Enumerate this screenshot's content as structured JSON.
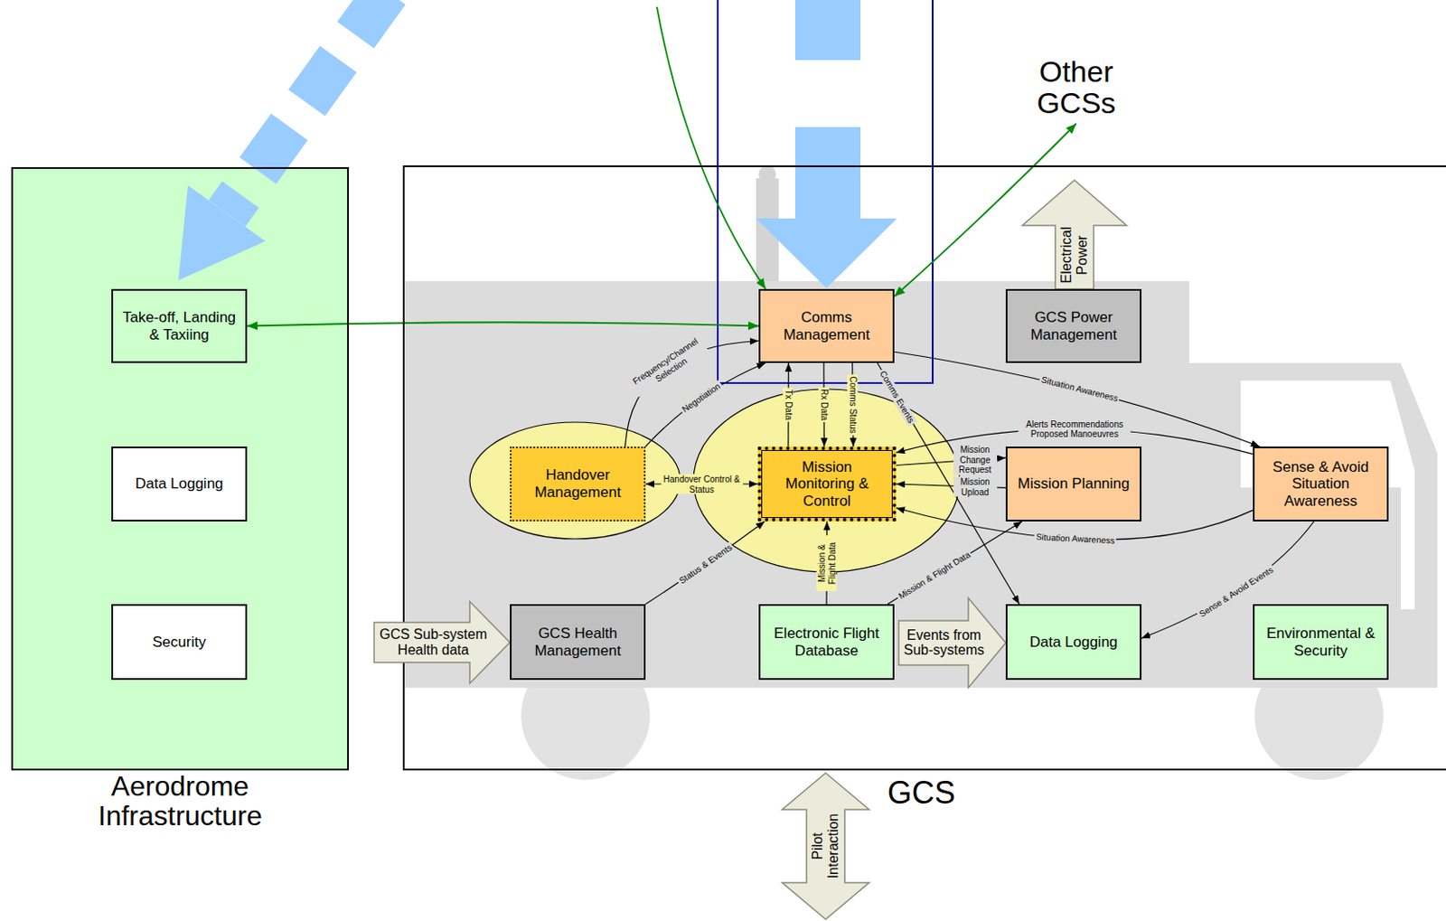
{
  "diagram": {
    "nodes": [
      {
        "text": [
          "Other GCSs"
        ]
      },
      {
        "text": [
          "Aerodrome Infrastructure"
        ]
      },
      {
        "text": [
          "Take-off, Landing & Taxiing"
        ],
        "in": 1
      },
      {
        "text": [
          "Data Logging"
        ],
        "in": 1
      },
      {
        "text": [
          "Security"
        ],
        "in": 1
      },
      {
        "text": [
          "GCS"
        ]
      },
      {
        "text": [
          "Comms Management"
        ],
        "in": 5
      },
      {
        "text": [
          "Electrical Power"
        ],
        "in": 5
      },
      {
        "text": [
          "GCS Power Management"
        ],
        "in": 5
      },
      {
        "text": [
          "Handover Management"
        ],
        "in": 5
      },
      {
        "text": [
          "Mission Monitoring & Control"
        ],
        "in": 5
      },
      {
        "text": [
          "Mission Planning"
        ],
        "in": 5
      },
      {
        "text": [
          "Sense & Avoid Situation Awareness"
        ],
        "in": 5
      },
      {
        "text": [
          "GCS Sub-system Health data"
        ],
        "in": 5
      },
      {
        "text": [
          "GCS Health Management"
        ],
        "in": 5
      },
      {
        "text": [
          "Electronic Flight Database"
        ],
        "in": 5
      },
      {
        "text": [
          "Events from Sub-systems"
        ],
        "in": 5
      },
      {
        "text": [
          "Data Logging"
        ],
        "in": 5
      },
      {
        "text": [
          "Environmental & Security"
        ],
        "in": 5
      },
      {
        "text": [
          "Pilot Interaction"
        ]
      }
    ],
    "edges": [
      {
        "from": 2,
        "to": 6,
        "arrow": "both"
      },
      {
        "from": 6,
        "to": 0,
        "arrow": "both"
      },
      {
        "from": 9,
        "to": 6,
        "label": "Frequency/Channel Selection",
        "arrow": "to"
      },
      {
        "from": 9,
        "to": 6,
        "label": "Negotiation",
        "arrow": "to"
      },
      {
        "from": 9,
        "to": 10,
        "label": "Handover Control & Status",
        "arrow": "both"
      },
      {
        "from": 10,
        "to": 6,
        "label": "Tx Data",
        "arrow": "to"
      },
      {
        "from": 6,
        "to": 10,
        "label": "Rx Data",
        "arrow": "to"
      },
      {
        "from": 6,
        "to": 10,
        "label": "Comms Status",
        "arrow": "to"
      },
      {
        "from": 6,
        "to": 17,
        "label": "Comms Events",
        "arrow": "to"
      },
      {
        "from": 6,
        "to": 12,
        "label": "Situation Awareness",
        "arrow": "to"
      },
      {
        "from": 12,
        "to": 10,
        "label": "Alerts Recommendations Proposed Manoeuvres",
        "arrow": "to"
      },
      {
        "from": 10,
        "to": 11,
        "label": "Mission Change Request",
        "arrow": "to"
      },
      {
        "from": 11,
        "to": 10,
        "label": "Mission Upload",
        "arrow": "to"
      },
      {
        "from": 12,
        "to": 10,
        "label": "Situation Awareness",
        "arrow": "to"
      },
      {
        "from": 14,
        "to": 10,
        "label": "Status & Events",
        "arrow": "to"
      },
      {
        "from": 15,
        "to": 10,
        "label": "Mission & Flight Data",
        "arrow": "to"
      },
      {
        "from": 15,
        "to": 11,
        "label": "Mission & Flight Data",
        "arrow": "to"
      },
      {
        "from": 12,
        "to": 17,
        "label": "Sense & Avoid Events",
        "arrow": "to"
      }
    ]
  }
}
